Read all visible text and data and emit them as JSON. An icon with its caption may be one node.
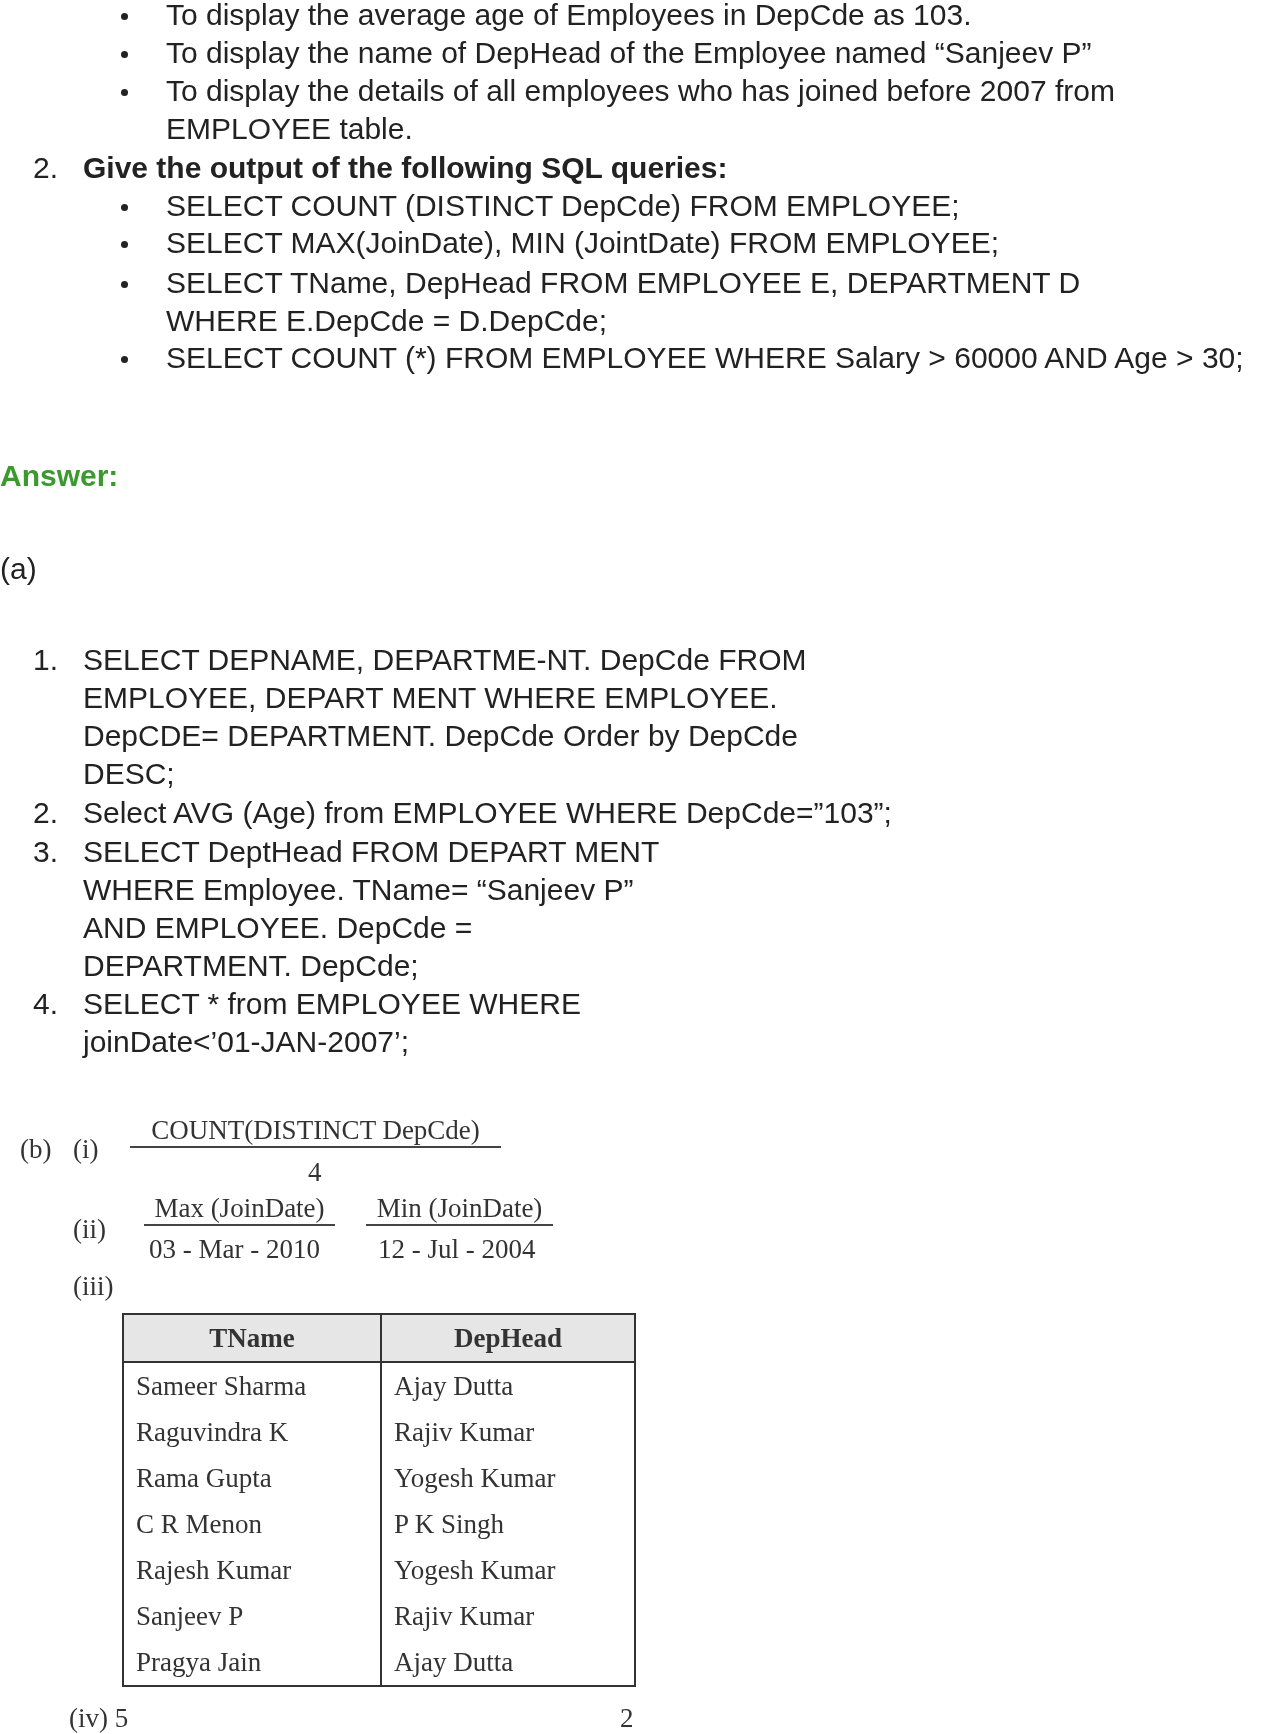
{
  "diagram": {
    "labels": [
      "To display the average age of Employees in DepCde as 103.",
      "To display the name of DepHead of the Employee named “Sanjeev P”",
      "To display the details of all employees who has joined before 2007 from EMPLOYEE table.",
      "2.",
      "Give the output of the following SQL queries:",
      "SELECT COUNT (DISTINCT DepCde) FROM EMPLOYEE;",
      "SELECT MAX(JoinDate), MIN (JointDate) FROM EMPLOYEE;",
      "SELECT TName, DepHead FROM EMPLOYEE E, DEPARTMENT D WHERE E.DepCde = D.DepCde;",
      "SELECT COUNT (*) FROM EMPLOYEE WHERE Salary > 60000 AND Age > 30;",
      "Answer:",
      "(a)",
      "1.",
      "SELECT DEPNAME, DEPARTME-NT. DepCde FROM EMPLOYEE, DEPART MENT WHERE EMPLOYEE. DepCDE= DEPARTMENT. DepCde Order by DepCde DESC;",
      "2.",
      "Select AVG (Age) from EMPLOYEE WHERE DepCde=”103”;",
      "3.",
      "SELECT DeptHead FROM DEPART MENT WHERE Employee. TName= “Sanjeev P” AND EMPLOYEE. DepCde = DEPARTMENT. DepCde;",
      "4.",
      "SELECT * from EMPLOYEE WHERE joinDate<’01-JAN-2007’;",
      "(b)",
      "(i)",
      "COUNT(DISTINCT DepCde)",
      "4",
      "(ii)",
      "Max (JoinDate)",
      "Min (JoinDate)",
      "03 - Mar - 2010",
      "12 - Jul - 2004",
      "(iii)",
      "TName",
      "DepHead",
      "Sameer Sharma",
      "Ajay Dutta",
      "Raguvindra K",
      "Rajiv Kumar",
      "Rama Gupta",
      "Yogesh Kumar",
      "C R Menon",
      "P K Singh",
      "Rajesh Kumar",
      "Yogesh Kumar",
      "Sanjeev P",
      "Rajiv Kumar",
      "Pragya Jain",
      "Ajay Dutta",
      "(iv) 5",
      "2"
    ]
  }
}
